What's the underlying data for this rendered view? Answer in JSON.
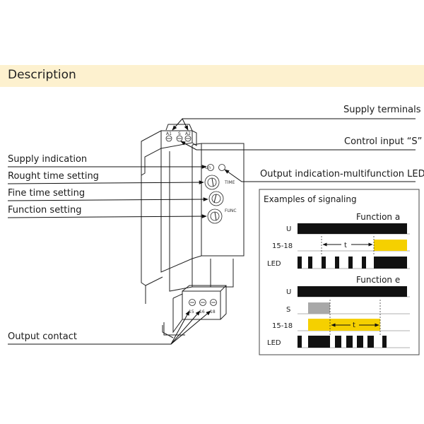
{
  "header": {
    "title": "Description"
  },
  "labels": {
    "supply_terminals": "Supply terminals",
    "control_input": "Control input  “S”",
    "output_led": "Output indication-multifunction LED",
    "supply_indication": "Supply indication",
    "rough_time": "Rought time setting",
    "fine_time": "Fine time setting",
    "function_setting": "Function setting",
    "output_contact": "Output contact"
  },
  "device": {
    "top_terminals": [
      "A1",
      "S",
      "A2"
    ],
    "bottom_terminals": [
      "15",
      "16",
      "18"
    ],
    "face_labels": {
      "un": "Un",
      "led": "",
      "time": "TIME",
      "func": "FUNC"
    }
  },
  "signal_box": {
    "title": "Examples of signaling",
    "function_a": {
      "title": "Function a",
      "rows": [
        "U",
        "15-18",
        "LED"
      ],
      "t_label": "t"
    },
    "function_e": {
      "title": "Function e",
      "rows": [
        "U",
        "S",
        "15-18",
        "LED"
      ],
      "t_label": "t"
    },
    "colors": {
      "supply": "#111111",
      "relay": "#f5d000",
      "control": "#a8a8a8"
    }
  }
}
